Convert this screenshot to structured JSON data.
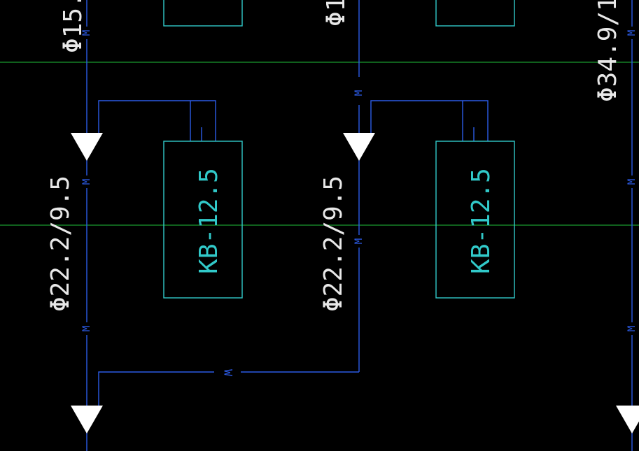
{
  "colors": {
    "background": "#000000",
    "grid_line": "#1fbf3a",
    "pipe": "#2c5be6",
    "unit_box": "#31c9c9",
    "pipe_label": "#e8e8e8",
    "unit_label": "#31c9c9",
    "arrow": "#ffffff"
  },
  "pipe_labels": {
    "left_top": "Φ15.",
    "mid_top": "Φ1",
    "right_top": "Φ34.9/1",
    "left_mid": "Φ22.2/9.5",
    "center_mid": "Φ22.2/9.5"
  },
  "units": [
    {
      "label": "KB-12.5"
    },
    {
      "label": "KB-12.5"
    }
  ],
  "pipe_marker": "M",
  "horizontal_marker": "W"
}
